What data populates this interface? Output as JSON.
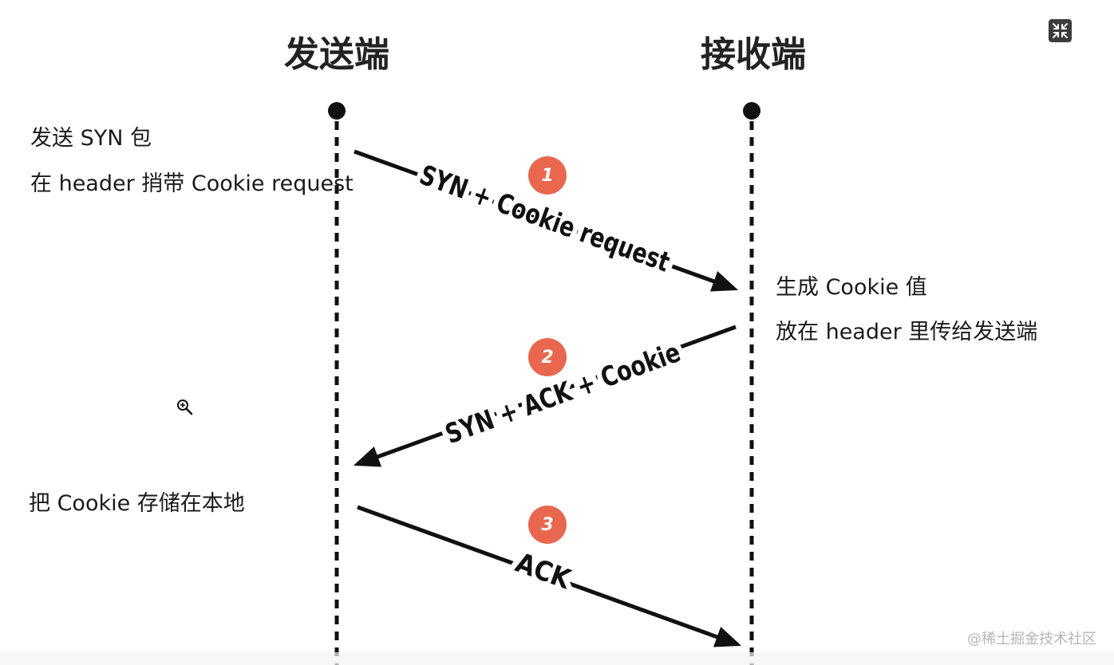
{
  "lanes": {
    "sender": {
      "title": "发送端"
    },
    "receiver": {
      "title": "接收端"
    }
  },
  "notes": {
    "sender_step1_line1": "发送 SYN 包",
    "sender_step1_line2": "在 header 捎带 Cookie request",
    "receiver_step2_line1": "生成 Cookie 值",
    "receiver_step2_line2": "放在 header 里传给发送端",
    "sender_step3_line1": "把 Cookie 存储在本地"
  },
  "messages": [
    {
      "step": "1",
      "label": "SYN + Cookie request"
    },
    {
      "step": "2",
      "label": "SYN + ACK + Cookie"
    },
    {
      "step": "3",
      "label": "ACK"
    }
  ],
  "watermark": "@稀土掘金技术社区",
  "colors": {
    "badge": "#e8674e",
    "line": "#111111"
  },
  "icons": {
    "fullscreen": "collapse-fullscreen-icon",
    "cursor": "zoom-in-cursor-icon"
  }
}
